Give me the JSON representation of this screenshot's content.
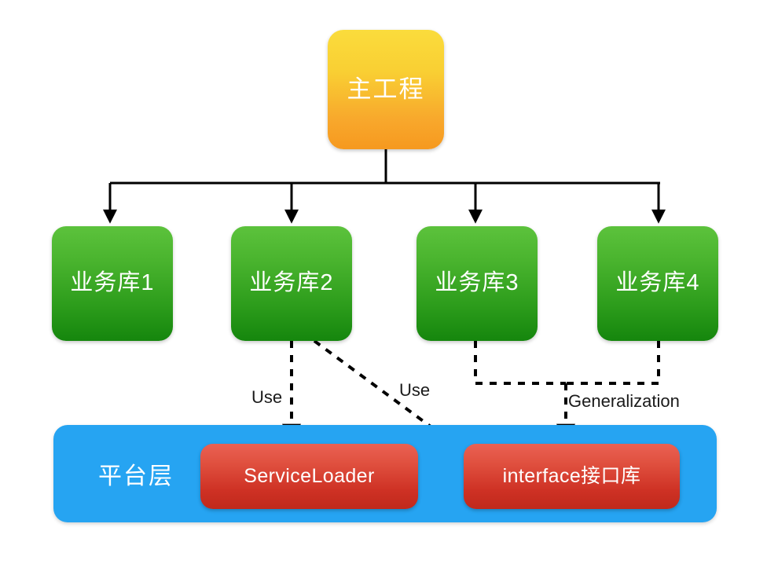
{
  "diagram": {
    "type": "architecture-layer-diagram",
    "background": "#ffffff",
    "root": {
      "label": "主工程",
      "color_top": "#fadc3c",
      "color_bottom": "#f6991f"
    },
    "modules": [
      {
        "label": "业务库1"
      },
      {
        "label": "业务库2"
      },
      {
        "label": "业务库3"
      },
      {
        "label": "业务库4"
      }
    ],
    "module_color_top": "#5cc23c",
    "module_color_bottom": "#15860d",
    "platform": {
      "label": "平台层",
      "color": "#26a4f2",
      "children": [
        {
          "label": "ServiceLoader"
        },
        {
          "label": "interface接口库"
        }
      ],
      "child_color_top": "#ea6153",
      "child_color_bottom": "#c0291c"
    },
    "edge_labels": {
      "use_1": "Use",
      "use_2": "Use",
      "generalization": "Generalization"
    },
    "edge_color": "#000000"
  }
}
